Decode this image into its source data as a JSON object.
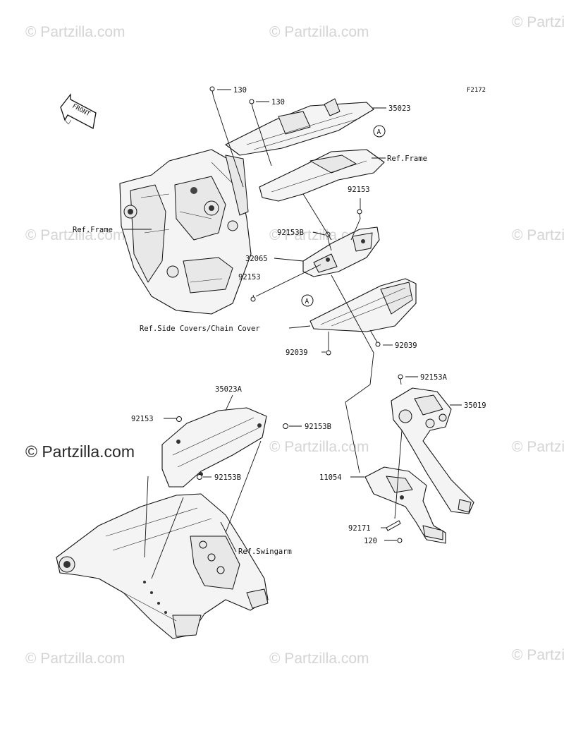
{
  "figure_code": "F2172",
  "front_arrow_label": "FRONT",
  "watermark_text": "© Partzilla.com",
  "callout_letter": "A",
  "parts": {
    "p130a": "130",
    "p130b": "130",
    "p35023": "35023",
    "ref_frame_top": "Ref.Frame",
    "p92153_a": "92153",
    "ref_frame_left": "Ref.Frame",
    "p92153B_a": "92153B",
    "p32065": "32065",
    "p92153_b": "92153",
    "ref_side_covers": "Ref.Side Covers/Chain Cover",
    "p92039_a": "92039",
    "p92039_b": "92039",
    "p92153A": "92153A",
    "p35019": "35019",
    "p35023A": "35023A",
    "p92153_c": "92153",
    "p92153B_b": "92153B",
    "p92153B_c": "92153B",
    "p11054": "11054",
    "ref_swingarm": "Ref.Swingarm",
    "p92171": "92171",
    "p120": "120"
  },
  "colors": {
    "line": "#111111",
    "watermark": "#d4d4d4",
    "watermark_strong": "#2a2a2a"
  }
}
